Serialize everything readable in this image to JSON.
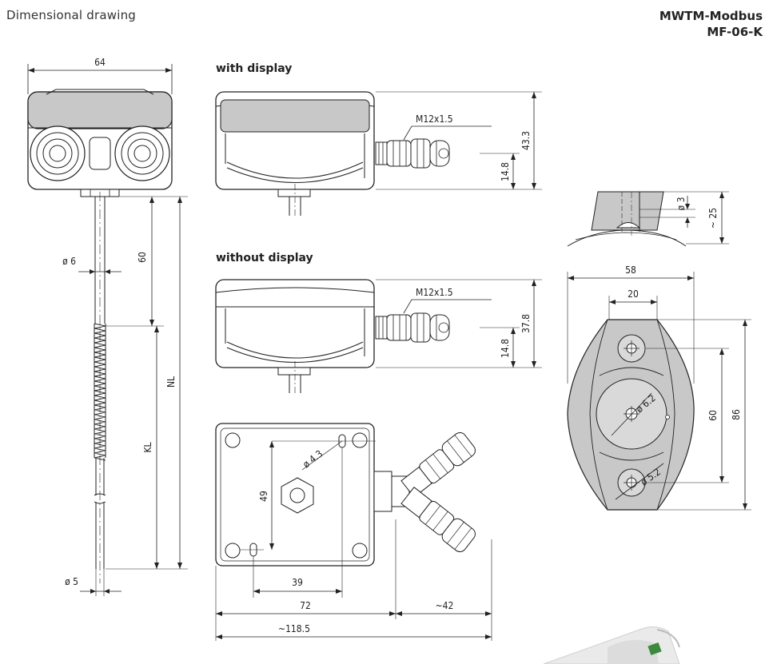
{
  "header": {
    "section_title": "Dimensional drawing",
    "model": "MWTM-Modbus",
    "variant": "MF-06-K"
  },
  "views": {
    "with_display_label": "with display",
    "without_display_label": "without display"
  },
  "dimensions": {
    "front_width": "64",
    "probe_dia_top": "ø 6",
    "probe_60": "60",
    "probe_nl": "NL",
    "probe_kl": "KL",
    "probe_dia_tip": "ø 5",
    "thread_wd": "M12x1.5",
    "height_wd": "43.3",
    "gland_wd": "14.8",
    "thread_nd": "M12x1.5",
    "height_nd": "37.8",
    "gland_nd": "14.8",
    "top_hole": "ø 4.3",
    "top_49": "49",
    "top_39": "39",
    "top_72": "72",
    "top_42": "~42",
    "top_118": "~118.5",
    "flange_d3": "ø 3",
    "flange_25": "~ 25",
    "flange_58": "58",
    "flange_20": "20",
    "flange_d62": "ø 6.2",
    "flange_d52": "ø 5.2",
    "flange_60": "60",
    "flange_86": "86"
  }
}
